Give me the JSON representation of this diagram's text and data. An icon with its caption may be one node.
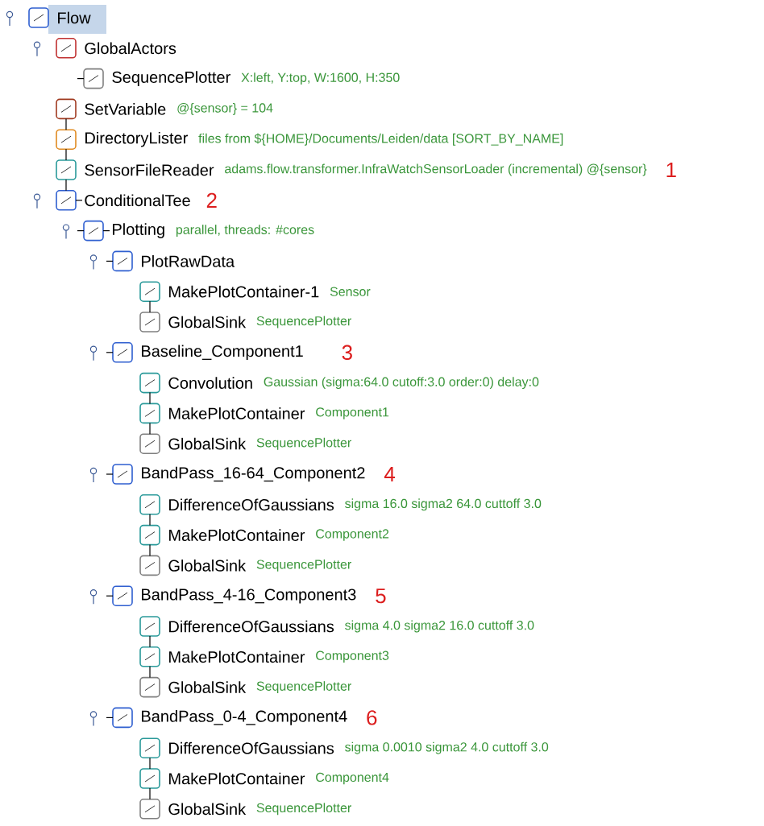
{
  "diagram": {
    "nodes": [
      {
        "text": [
          "Flow"
        ]
      },
      {
        "text": [
          "GlobalActors"
        ]
      },
      {
        "text": [
          "SequencePlotter"
        ],
        "beside": [
          "X:left, Y:top, W:1600, H:350"
        ]
      },
      {
        "text": [
          "SetVariable"
        ],
        "beside": [
          "@{sensor} = 104"
        ]
      },
      {
        "text": [
          "DirectoryLister"
        ],
        "beside": [
          "files from ${HOME}/Documents/Leiden/data [SORT_BY_NAME]"
        ]
      },
      {
        "text": [
          "SensorFileReader"
        ],
        "beside": [
          "adams.flow.transformer.InfraWatchSensorLoader (incremental) @{sensor}"
        ]
      },
      {
        "text": [
          "ConditionalTee"
        ]
      },
      {
        "text": [
          "Plotting"
        ],
        "beside": [
          "parallel, threads: #cores"
        ]
      },
      {
        "text": [
          "PlotRawData"
        ]
      },
      {
        "text": [
          "MakePlotContainer-1"
        ],
        "beside": [
          "Sensor"
        ]
      },
      {
        "text": [
          "GlobalSink"
        ],
        "beside": [
          "SequencePlotter"
        ]
      },
      {
        "text": [
          "Baseline_Component1"
        ]
      },
      {
        "text": [
          "Convolution"
        ],
        "beside": [
          "Gaussian (sigma:64.0 cutoff:3.0 order:0) delay:0"
        ]
      },
      {
        "text": [
          "MakePlotContainer"
        ],
        "beside": [
          "Component1"
        ]
      },
      {
        "text": [
          "GlobalSink"
        ],
        "beside": [
          "SequencePlotter"
        ]
      },
      {
        "text": [
          "BandPass_16-64_Component2"
        ]
      },
      {
        "text": [
          "DifferenceOfGaussians"
        ],
        "beside": [
          "sigma 16.0 sigma2 64.0 cuttoff 3.0"
        ]
      },
      {
        "text": [
          "MakePlotContainer"
        ],
        "beside": [
          "Component2"
        ]
      },
      {
        "text": [
          "GlobalSink"
        ],
        "beside": [
          "SequencePlotter"
        ]
      },
      {
        "text": [
          "BandPass_4-16_Component3"
        ]
      },
      {
        "text": [
          "DifferenceOfGaussians"
        ],
        "beside": [
          "sigma 4.0 sigma2 16.0 cuttoff 3.0"
        ]
      },
      {
        "text": [
          "MakePlotContainer"
        ],
        "beside": [
          "Component3"
        ]
      },
      {
        "text": [
          "GlobalSink"
        ],
        "beside": [
          "SequencePlotter"
        ]
      },
      {
        "text": [
          "BandPass_0-4_Component4"
        ]
      },
      {
        "text": [
          "DifferenceOfGaussians"
        ],
        "beside": [
          "sigma 0.0010 sigma2 4.0 cuttoff 3.0"
        ]
      },
      {
        "text": [
          "MakePlotContainer"
        ],
        "beside": [
          "Component4"
        ]
      },
      {
        "text": [
          "GlobalSink"
        ],
        "beside": [
          "SequencePlotter"
        ]
      }
    ],
    "edges": [
      {
        "from": 3,
        "to": 4,
        "arrow": "none"
      },
      {
        "from": 4,
        "to": 5,
        "arrow": "none"
      },
      {
        "from": 5,
        "to": 6,
        "arrow": "none"
      },
      {
        "from": 9,
        "to": 10,
        "arrow": "none"
      },
      {
        "from": 12,
        "to": 13,
        "arrow": "none"
      },
      {
        "from": 13,
        "to": 14,
        "arrow": "none"
      },
      {
        "from": 16,
        "to": 17,
        "arrow": "none"
      },
      {
        "from": 17,
        "to": 18,
        "arrow": "none"
      },
      {
        "from": 20,
        "to": 21,
        "arrow": "none"
      },
      {
        "from": 21,
        "to": 22,
        "arrow": "none"
      },
      {
        "from": 24,
        "to": 25,
        "arrow": "none"
      },
      {
        "from": 25,
        "to": 26,
        "arrow": "none"
      }
    ],
    "labels": [
      "1",
      "2",
      "3",
      "4",
      "5",
      "6"
    ]
  }
}
